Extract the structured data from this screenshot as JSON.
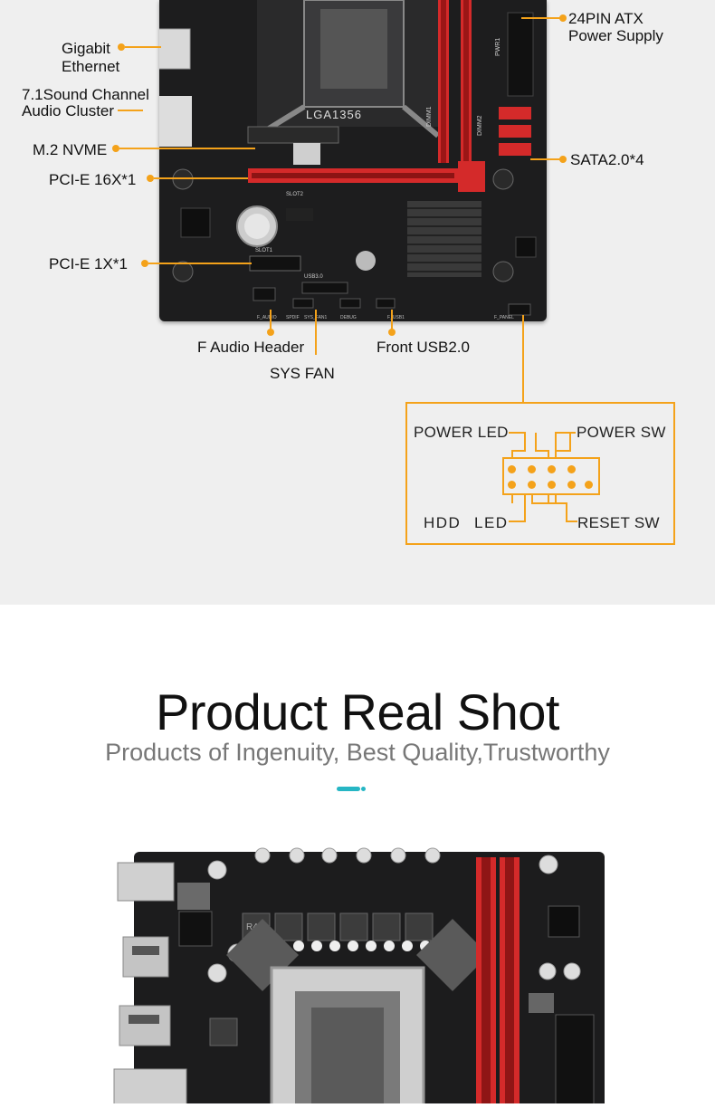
{
  "diagram": {
    "labels": {
      "gigabit_ethernet_1": "Gigabit",
      "gigabit_ethernet_2": "Ethernet",
      "sound_1": "7.1Sound Channel",
      "sound_2": "Audio Cluster",
      "m2": "M.2 NVME",
      "pcie16": "PCI-E 16X*1",
      "pcie1": "PCI-E 1X*1",
      "atx_1": "24PIN ATX",
      "atx_2": "Power Supply",
      "sata": "SATA2.0*4",
      "f_audio": "F Audio Header",
      "sys_fan": "SYS FAN",
      "front_usb": "Front USB2.0"
    },
    "board_text": {
      "socket": "LGA1356",
      "dimm1": "DIMM1",
      "dimm2": "DIMM2",
      "pwr1": "PWR1",
      "slot1": "SLOT1",
      "slot2": "SLOT2",
      "usb3": "USB3.0",
      "f_audio": "F_AUDIO",
      "spdif": "SPDIF",
      "sys_fan": "SYS_FAN1",
      "debug": "DEBUG",
      "f_usb": "F_USB1",
      "f_panel": "F_PANEL"
    },
    "front_panel": {
      "power_led": "POWER LED",
      "power_sw": "POWER SW",
      "hdd": "HDD",
      "led": "LED",
      "reset_sw": "RESET SW"
    }
  },
  "section": {
    "title": "Product Real Shot",
    "subtitle": "Products of Ingenuity, Best Quality,Trustworthy"
  },
  "photo": {
    "choke_label": "R47"
  },
  "colors": {
    "accent": "#f4a21a",
    "teal": "#26b6c4",
    "slot_red": "#d42a2a",
    "pcb": "#1d1d1e"
  }
}
